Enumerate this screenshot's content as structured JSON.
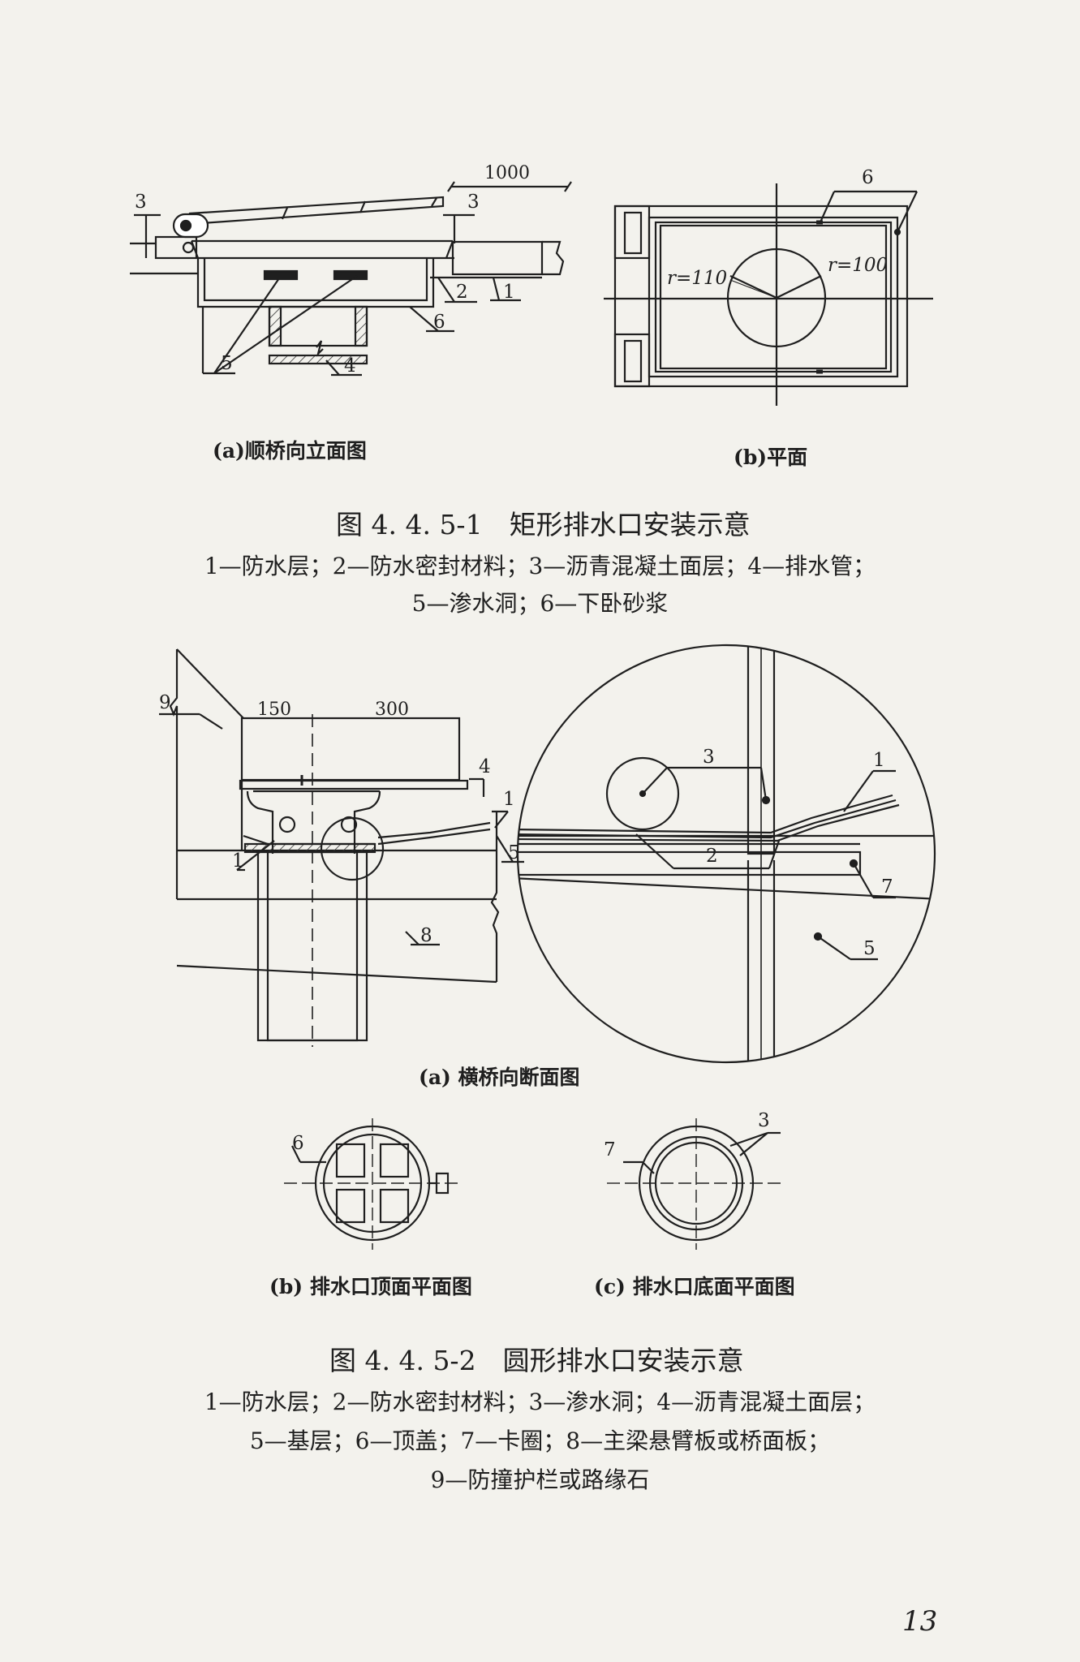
{
  "figure1": {
    "panel_a": {
      "caption": "(a)顺桥向立面图",
      "dimension": "1000",
      "labels": {
        "l1": "1",
        "l2": "2",
        "l3a": "3",
        "l3b": "3",
        "l4": "4",
        "l5": "5",
        "l6": "6"
      }
    },
    "panel_b": {
      "caption": "(b)平面",
      "label_6": "6",
      "r_left": "r=110",
      "r_right": "r=100"
    },
    "title": "图 4. 4. 5-1　矩形排水口安装示意",
    "legend_line1": "1—防水层；2—防水密封材料；3—沥青混凝土面层；4—排水管；",
    "legend_line2": "5—渗水洞；6—下卧砂浆"
  },
  "figure2": {
    "panel_a": {
      "caption": "(a) 横桥向断面图",
      "dim_150": "150",
      "dim_300": "300",
      "labels": {
        "l1a": "1",
        "l1b": "1",
        "l4": "4",
        "l5": "5",
        "l8": "8",
        "l9": "9"
      }
    },
    "detail": {
      "labels": {
        "l1": "1",
        "l2": "2",
        "l3": "3",
        "l5": "5",
        "l7": "7"
      }
    },
    "panel_b": {
      "caption": "(b) 排水口顶面平面图",
      "label_6": "6"
    },
    "panel_c": {
      "caption": "(c) 排水口底面平面图",
      "label_3": "3",
      "label_7": "7"
    },
    "title": "图 4. 4. 5-2　圆形排水口安装示意",
    "legend_line1": "1—防水层；2—防水密封材料；3—渗水洞；4—沥青混凝土面层；",
    "legend_line2": "5—基层；6—顶盖；7—卡圈；8—主梁悬臂板或桥面板；",
    "legend_line3": "9—防撞护栏或路缘石"
  },
  "page_number": "13"
}
